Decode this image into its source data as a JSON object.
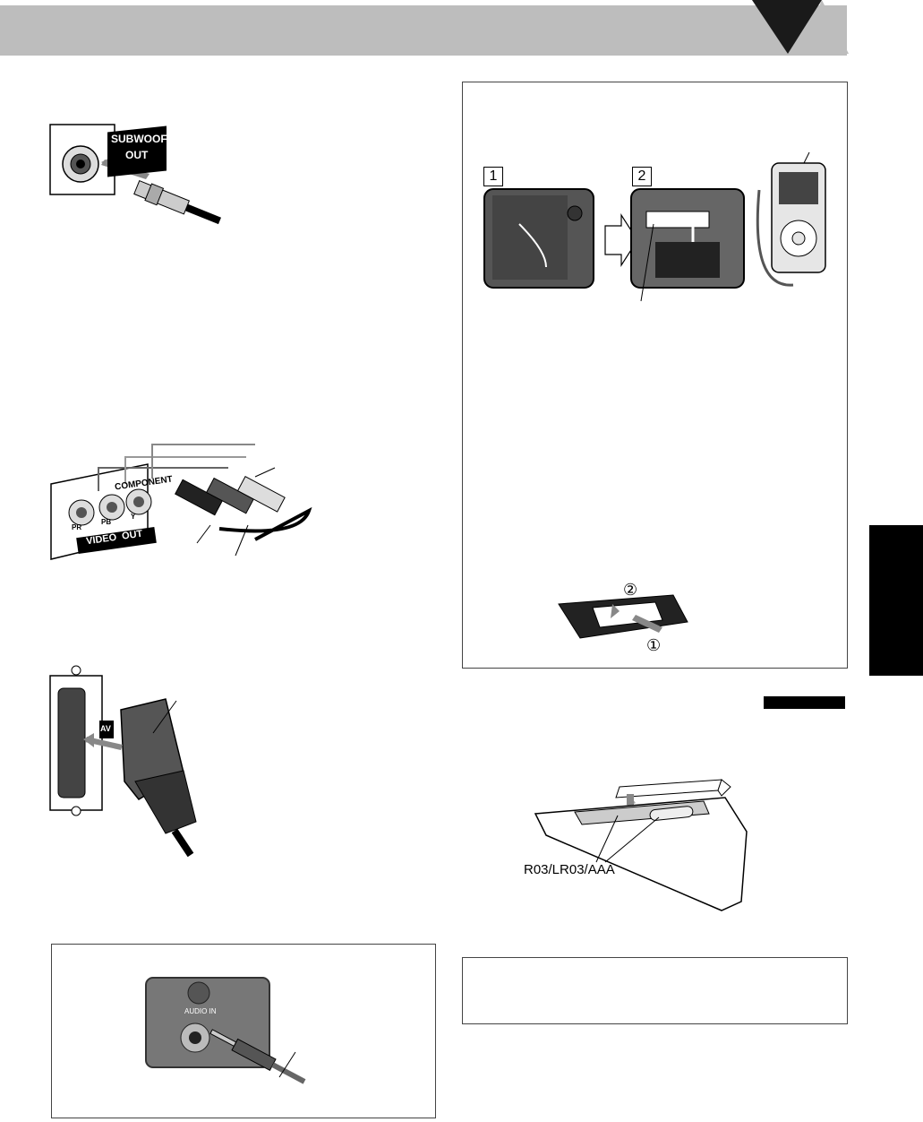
{
  "ipod_steps": [
    "1",
    "2"
  ],
  "circled_steps": [
    "②",
    "①"
  ],
  "subwoofer_label": [
    "SUBWOOFER",
    "OUT"
  ],
  "component_label": "COMPONENT",
  "component_jacks": [
    "PR",
    "PB",
    "Y"
  ],
  "video_out_label": "VIDEO  OUT",
  "av_label": "AV",
  "audio_in_label": "AUDIO IN",
  "battery_label": "R03/LR03/AAA",
  "colors": {
    "header": "#bdbdbd",
    "tab": "#000000"
  }
}
